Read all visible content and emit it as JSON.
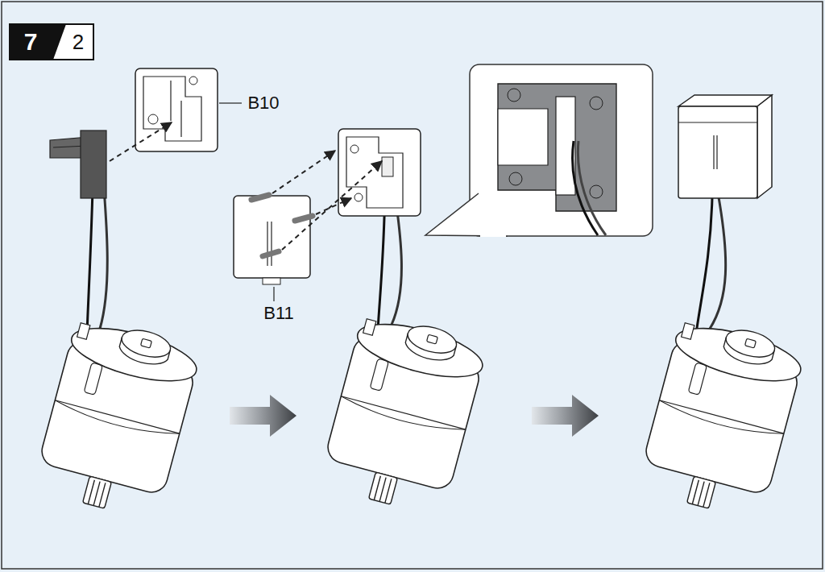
{
  "diagram": {
    "labels": [
      "7",
      "2",
      "B10",
      "B11"
    ]
  }
}
